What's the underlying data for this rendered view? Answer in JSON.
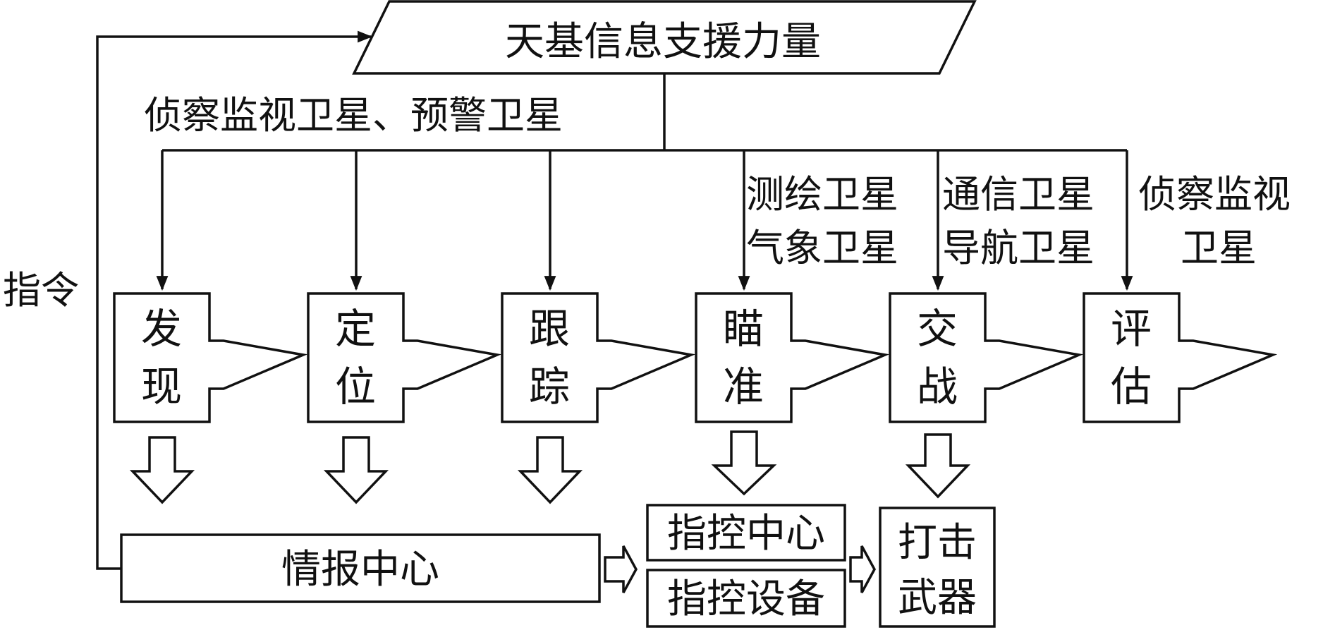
{
  "top_box": {
    "label": "天基信息支援力量"
  },
  "command_label": "指令",
  "satellites": {
    "recon_warning": "侦察监视卫星、预警卫星",
    "mapping": "测绘卫星",
    "weather": "气象卫星",
    "comm": "通信卫星",
    "navigation": "导航卫星",
    "recon_line1": "侦察监视",
    "recon_line2": "卫星"
  },
  "steps": [
    {
      "line1": "发",
      "line2": "现"
    },
    {
      "line1": "定",
      "line2": "位"
    },
    {
      "line1": "跟",
      "line2": "踪"
    },
    {
      "line1": "瞄",
      "line2": "准"
    },
    {
      "line1": "交",
      "line2": "战"
    },
    {
      "line1": "评",
      "line2": "估"
    }
  ],
  "intel_center": "情报中心",
  "command_center": "指控中心",
  "command_equipment": "指控设备",
  "strike_weapon": {
    "line1": "打击",
    "line2": "武器"
  }
}
